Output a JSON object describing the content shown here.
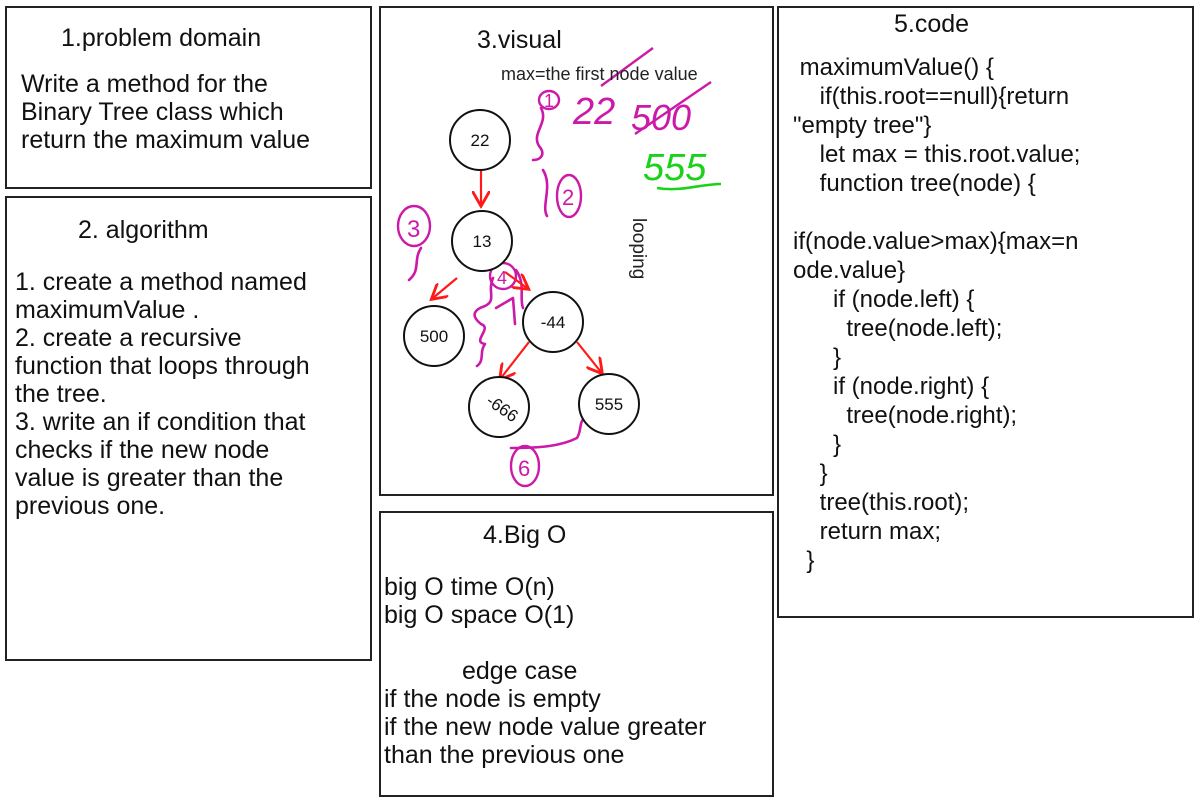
{
  "panels": {
    "problem": {
      "title": "1.problem domain",
      "text": [
        "Write a method for the",
        "Binary Tree class which",
        "return the maximum value"
      ]
    },
    "algorithm": {
      "title": "2. algorithm",
      "lines": [
        "1. create a method named",
        "maximumValue .",
        "2. create a recursive",
        "function that loops through",
        "the tree.",
        "3. write an if condition that",
        "checks if the new node",
        "value is greater than the",
        "previous one."
      ]
    },
    "visual": {
      "title": "3.visual",
      "note": "max=the first node value",
      "looping": "looping",
      "handwriting": {
        "h1": "22",
        "h2": "500",
        "h3": "555"
      },
      "nodes": [
        "22",
        "13",
        "500",
        "-44",
        "-666",
        "555"
      ],
      "colors": {
        "arrow": "#ff1a1a",
        "path": "#cc1aa8",
        "green": "#19d219"
      }
    },
    "bigo": {
      "title": "4.Big O",
      "lines": [
        "big O time O(n)",
        "big O space O(1)",
        "",
        "edge case",
        "if the node is empty",
        "if the new node value greater",
        "than the previous one"
      ]
    },
    "code": {
      "title": "5.code",
      "lines": [
        " maximumValue() {",
        "    if(this.root==null){return",
        "\"empty tree\"}",
        "    let max = this.root.value;",
        "    function tree(node) {",
        "",
        "if(node.value>max){max=n",
        "ode.value}",
        "      if (node.left) {",
        "        tree(node.left);",
        "      }",
        "      if (node.right) {",
        "        tree(node.right);",
        "      }",
        "    }",
        "    tree(this.root);",
        "    return max;",
        "  }"
      ]
    }
  }
}
